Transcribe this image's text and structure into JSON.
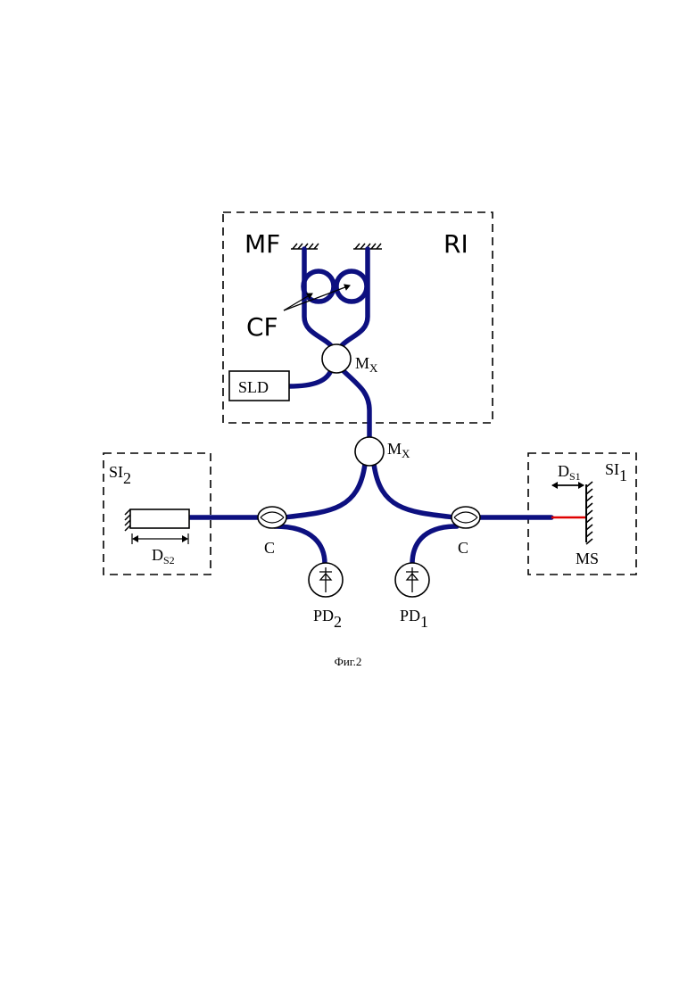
{
  "colors": {
    "fiber": "#0d1080",
    "laser_segment": "#e00000",
    "outline": "#000000"
  },
  "labels": {
    "MF": "MF",
    "RI": "RI",
    "CF": "CF",
    "MX_top": {
      "main": "M",
      "sub": "X"
    },
    "MX_mid": {
      "main": "M",
      "sub": "X"
    },
    "SLD": "SLD",
    "SI2": {
      "main": "SI",
      "sub": "2"
    },
    "SI1": {
      "main": "SI",
      "sub": "1"
    },
    "DS2": {
      "main": "D",
      "sub": "S2"
    },
    "DS1": {
      "main": "D",
      "sub": "S1"
    },
    "C_left": "C",
    "C_right": "C",
    "MS": "MS",
    "PD2": {
      "main": "PD",
      "sub": "2"
    },
    "PD1": {
      "main": "PD",
      "sub": "1"
    }
  },
  "caption": "Фиг.2"
}
